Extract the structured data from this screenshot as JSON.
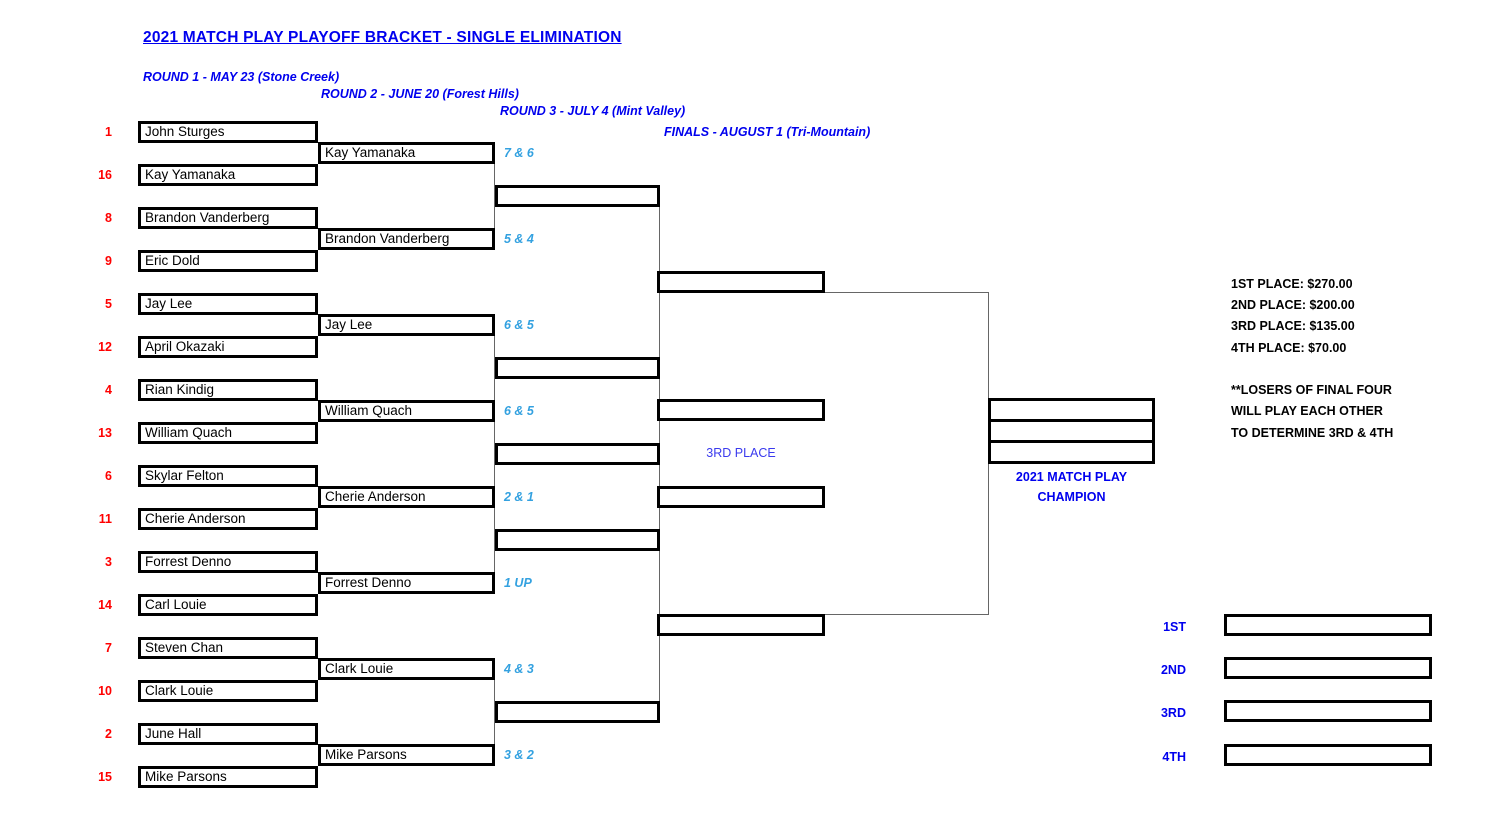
{
  "title": "2021 MATCH PLAY PLAYOFF BRACKET - SINGLE ELIMINATION",
  "rounds": [
    "ROUND 1 - MAY 23 (Stone Creek)",
    "ROUND 2 - JUNE 20 (Forest Hills)",
    "ROUND 3 - JULY 4 (Mint Valley)",
    "FINALS - AUGUST 1 (Tri-Mountain)"
  ],
  "bracket": {
    "round1": [
      {
        "seed": "1",
        "name": "John Sturges"
      },
      {
        "seed": "16",
        "name": "Kay Yamanaka"
      },
      {
        "seed": "8",
        "name": "Brandon Vanderberg"
      },
      {
        "seed": "9",
        "name": "Eric Dold"
      },
      {
        "seed": "5",
        "name": "Jay Lee"
      },
      {
        "seed": "12",
        "name": "April Okazaki"
      },
      {
        "seed": "4",
        "name": "Rian Kindig"
      },
      {
        "seed": "13",
        "name": "William Quach"
      },
      {
        "seed": "6",
        "name": "Skylar Felton"
      },
      {
        "seed": "11",
        "name": "Cherie Anderson"
      },
      {
        "seed": "3",
        "name": "Forrest Denno"
      },
      {
        "seed": "14",
        "name": "Carl Louie"
      },
      {
        "seed": "7",
        "name": "Steven Chan"
      },
      {
        "seed": "10",
        "name": "Clark Louie"
      },
      {
        "seed": "2",
        "name": "June Hall"
      },
      {
        "seed": "15",
        "name": "Mike Parsons"
      }
    ],
    "round2": [
      {
        "name": "Kay Yamanaka",
        "score": "7 & 6"
      },
      {
        "name": "Brandon Vanderberg",
        "score": "5 & 4"
      },
      {
        "name": "Jay Lee",
        "score": "6 & 5"
      },
      {
        "name": "William Quach",
        "score": "6 & 5"
      },
      {
        "name": "Cherie Anderson",
        "score": "2 & 1"
      },
      {
        "name": "Forrest Denno",
        "score": "1 UP"
      },
      {
        "name": "Clark Louie",
        "score": "4 & 3"
      },
      {
        "name": "Mike Parsons",
        "score": "3 & 2"
      }
    ]
  },
  "third_place": {
    "label": "3RD PLACE"
  },
  "champion": {
    "line1": "2021 MATCH PLAY",
    "line2": "CHAMPION"
  },
  "prizes": [
    "1ST PLACE: $270.00",
    "2ND PLACE: $200.00",
    "3RD PLACE: $135.00",
    "4TH PLACE: $70.00"
  ],
  "note": [
    "**LOSERS OF FINAL FOUR",
    "WILL PLAY EACH OTHER",
    "TO DETERMINE 3RD & 4TH"
  ],
  "standings": [
    "1ST",
    "2ND",
    "3RD",
    "4TH"
  ],
  "colors": {
    "heading_blue": "#0000EE",
    "seed_red": "#FF0000",
    "score_blue": "#33A1E0",
    "third_place_blue": "#3A3AEE",
    "box_border": "#000000"
  }
}
